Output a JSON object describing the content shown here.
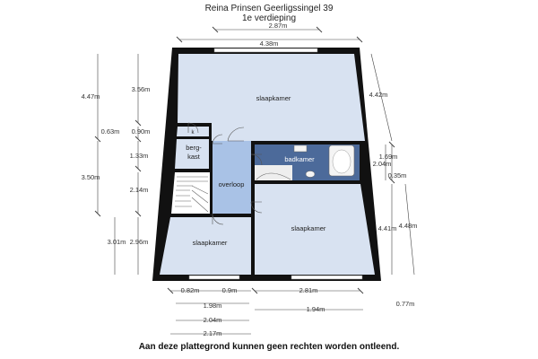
{
  "header": {
    "address": "Reina Prinsen Geerligssingel 39",
    "floor": "1e verdieping"
  },
  "rooms": {
    "top_bedroom": "slaapkamer",
    "storage": "berg-\nkast",
    "storage_l1": "berg-",
    "storage_l2": "kast",
    "closet_k": "k",
    "bathroom": "badkamer",
    "landing": "overloop",
    "bottom_left_bedroom": "slaapkamer",
    "bottom_right_bedroom": "slaapkamer"
  },
  "dimensions": {
    "top_width_inner": "2.87m",
    "top_width_outer": "4.38m",
    "left_outer_top": "4.47m",
    "left_inner_top": "3.56m",
    "left_small_a": "0.63m",
    "left_small_b": "0.90m",
    "left_storage": "1.33m",
    "left_outer_mid": "3.50m",
    "left_landing": "2.14m",
    "left_outer_bottom": "3.01m",
    "left_inner_bottom": "2.96m",
    "right_top": "4.42m",
    "right_bath_h": "1.69m",
    "right_bath_w": "2.04m",
    "right_small": "0.35m",
    "right_bottom_a": "4.41m",
    "right_bottom_b": "4.48m",
    "bottom_a": "0.82m",
    "bottom_b": "0.9m",
    "bottom_c": "2.81m",
    "bottom_d": "0.77m",
    "bottom_e": "1.98m",
    "bottom_f": "1.94m",
    "bottom_g": "2.04m",
    "bottom_h": "2.17m"
  },
  "footer": "Aan deze plattegrond kunnen geen rechten worden ontleend.",
  "colors": {
    "wall": "#111111",
    "floor": "#d8e2f1",
    "landing": "#a9c2e6",
    "bathroom": "#4c6a9a",
    "window": "#ffffff"
  }
}
